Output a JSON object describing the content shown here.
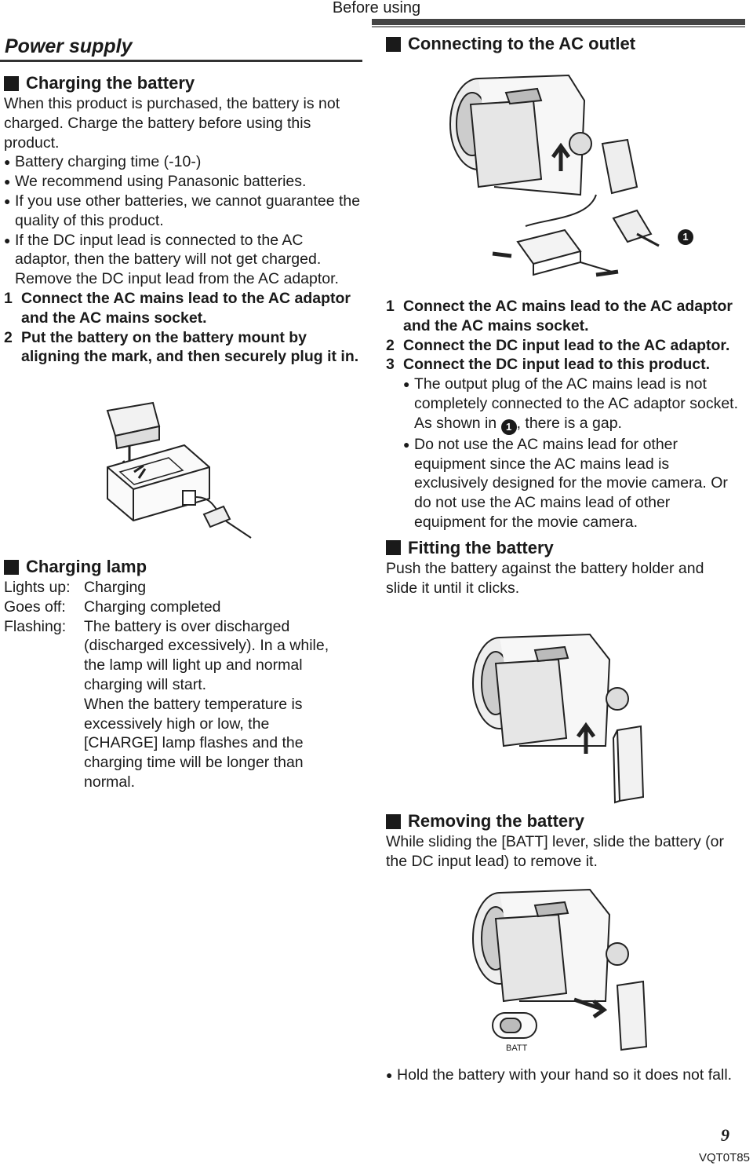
{
  "header": {
    "section": "Before using"
  },
  "left": {
    "title": "Power supply",
    "charging": {
      "heading": "Charging the battery",
      "intro": "When this product is purchased, the battery is not charged. Charge the battery before using this product.",
      "bullets": [
        "Battery charging time (-10-)",
        "We recommend using Panasonic batteries.",
        "If you use other batteries, we cannot guarantee the quality of this product.",
        "If the DC input lead is connected to the AC adaptor, then the battery will not get charged. Remove the DC input lead from the AC adaptor."
      ],
      "steps": [
        {
          "num": "1",
          "text": "Connect the AC mains lead to the AC adaptor and the AC mains socket."
        },
        {
          "num": "2",
          "text": "Put the battery on the battery mount by aligning the mark, and then securely plug it in."
        }
      ]
    },
    "lamp": {
      "heading": "Charging lamp",
      "rows": [
        {
          "label": "Lights up:",
          "text": "Charging"
        },
        {
          "label": "Goes off:",
          "text": "Charging completed"
        },
        {
          "label": "Flashing:",
          "text": "The battery is over discharged (discharged excessively). In a while, the lamp will light up and normal charging will start."
        }
      ],
      "extra": "When the battery temperature is excessively high or low, the [CHARGE] lamp flashes and the charging time will be longer than normal."
    }
  },
  "right": {
    "ac": {
      "heading": "Connecting to the AC outlet",
      "callout": "1",
      "steps": [
        {
          "num": "1",
          "text": "Connect the AC mains lead to the AC adaptor and the AC mains socket."
        },
        {
          "num": "2",
          "text": "Connect the DC input lead to the AC adaptor."
        },
        {
          "num": "3",
          "text": "Connect the DC input lead to this product."
        }
      ],
      "bullet1_before": "The output plug of the AC mains lead is not completely connected to the AC adaptor socket. As shown in",
      "bullet1_num": "1",
      "bullet1_after": ", there is a gap.",
      "bullet2": "Do not use the AC mains lead for other equipment since the AC mains lead is exclusively designed for the movie camera. Or do not use the AC mains lead of other equipment for the movie camera."
    },
    "fit": {
      "heading": "Fitting the battery",
      "text": "Push the battery against the battery holder and slide it until it clicks."
    },
    "remove": {
      "heading": "Removing the battery",
      "text": "While sliding the [BATT] lever, slide the battery (or the DC input lead) to remove it.",
      "lever_label": "BATT",
      "bullet": "Hold the battery with your hand so it does not fall."
    }
  },
  "footer": {
    "page": "9",
    "code": "VQT0T85"
  }
}
